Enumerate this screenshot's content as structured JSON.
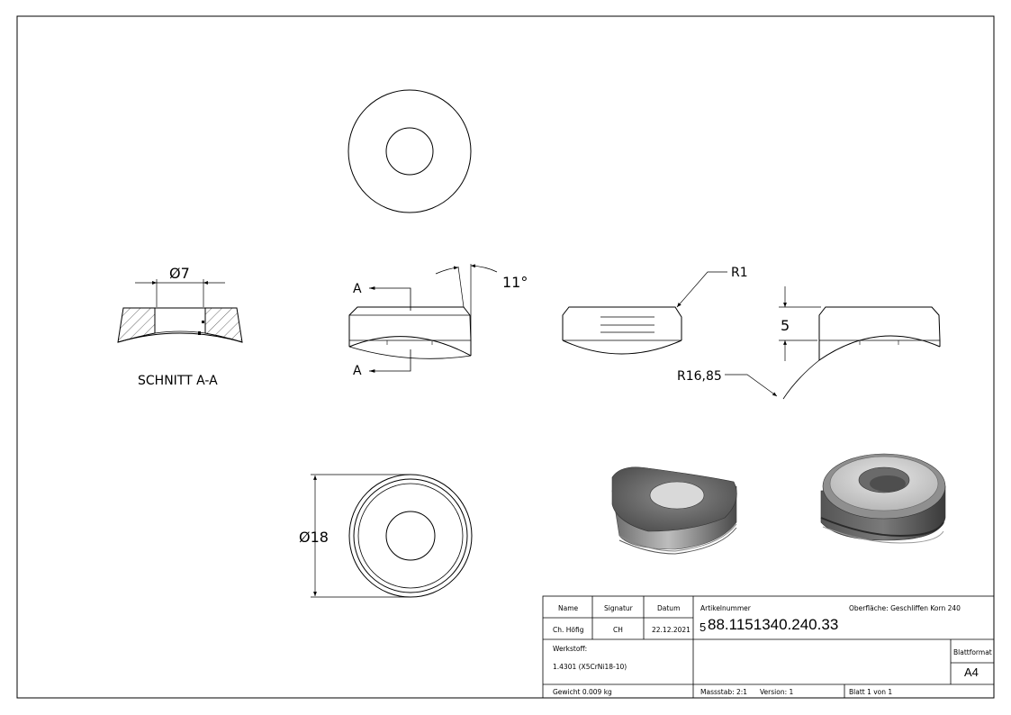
{
  "views": {
    "section_caption": "SCHNITT A-A",
    "section_letter_top": "A",
    "section_letter_bottom": "A"
  },
  "dimensions": {
    "hole_diameter": "Ø7",
    "angle": "11°",
    "edge_radius": "R1",
    "height": "5",
    "seat_radius": "R16,85",
    "outer_diameter": "Ø18"
  },
  "title_block": {
    "col_name": "Name",
    "col_signatur": "Signatur",
    "col_datum": "Datum",
    "name_value": "Ch. Höfig",
    "signatur_value": "CH",
    "datum_value": "22.12.2021",
    "artikel_label": "Artikelnummer",
    "artikel_prefix": "5",
    "artikel_number": "88.1151340.240.33",
    "oberflaeche": "Oberfläche:  Geschliffen Korn 240",
    "werkstoff_label": "Werkstoff:",
    "werkstoff_value": "1.4301 (X5CrNi18-10)",
    "blattformat_label": "Blattformat",
    "blattformat_value": "A4",
    "gewicht": "Gewicht 0.009 kg",
    "massstab": "Massstab: 2:1",
    "version": "Version: 1",
    "blatt": "Blatt 1 von 1"
  }
}
